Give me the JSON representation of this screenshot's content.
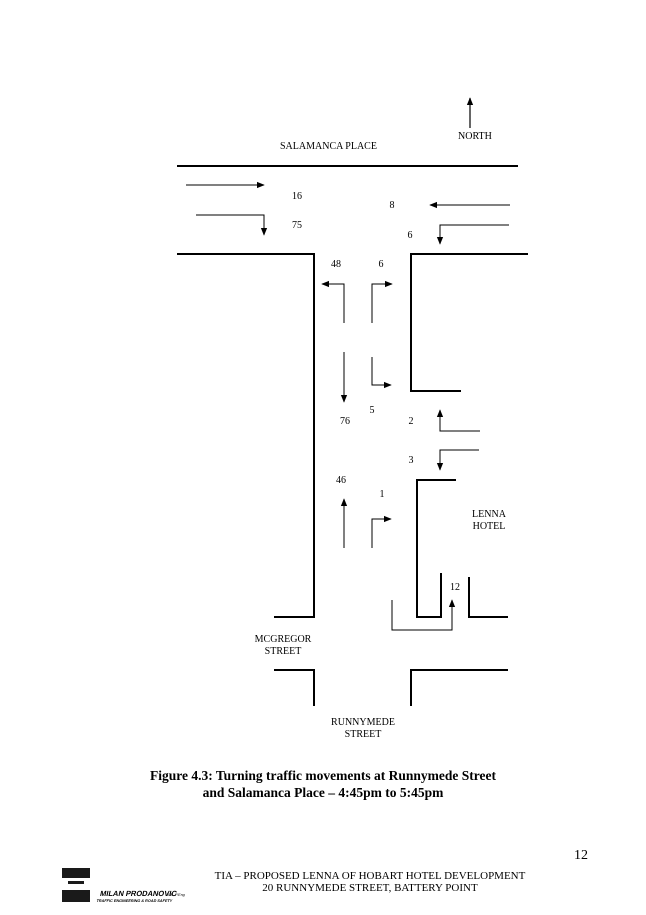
{
  "labels": {
    "north": "NORTH",
    "salamanca": "SALAMANCA PLACE",
    "mcgregor": [
      "MCGREGOR",
      "STREET"
    ],
    "runnymede": [
      "RUNNYMEDE",
      "STREET"
    ],
    "lenna": [
      "LENNA",
      "HOTEL"
    ]
  },
  "counts": {
    "c16": "16",
    "c75": "75",
    "c8": "8",
    "c6a": "6",
    "c48": "48",
    "c6b": "6",
    "c5": "5",
    "c76": "76",
    "c2": "2",
    "c3": "3",
    "c46": "46",
    "c1": "1",
    "c12": "12"
  },
  "caption": {
    "line1": "Figure 4.3: Turning traffic movements at Runnymede Street",
    "line2": "and Salamanca Place – 4:45pm to 5:45pm"
  },
  "page_number": "12",
  "footer": {
    "line1": "TIA – PROPOSED LENNA OF HOBART HOTEL DEVELOPMENT",
    "line2": "20 RUNNYMEDE STREET, BATTERY POINT"
  },
  "logo": {
    "name": "MILAN PRODANOVIC",
    "suffix": "B.E. P.Eng",
    "tagline": "TRAFFIC ENGINEERING & ROAD SAFETY"
  }
}
